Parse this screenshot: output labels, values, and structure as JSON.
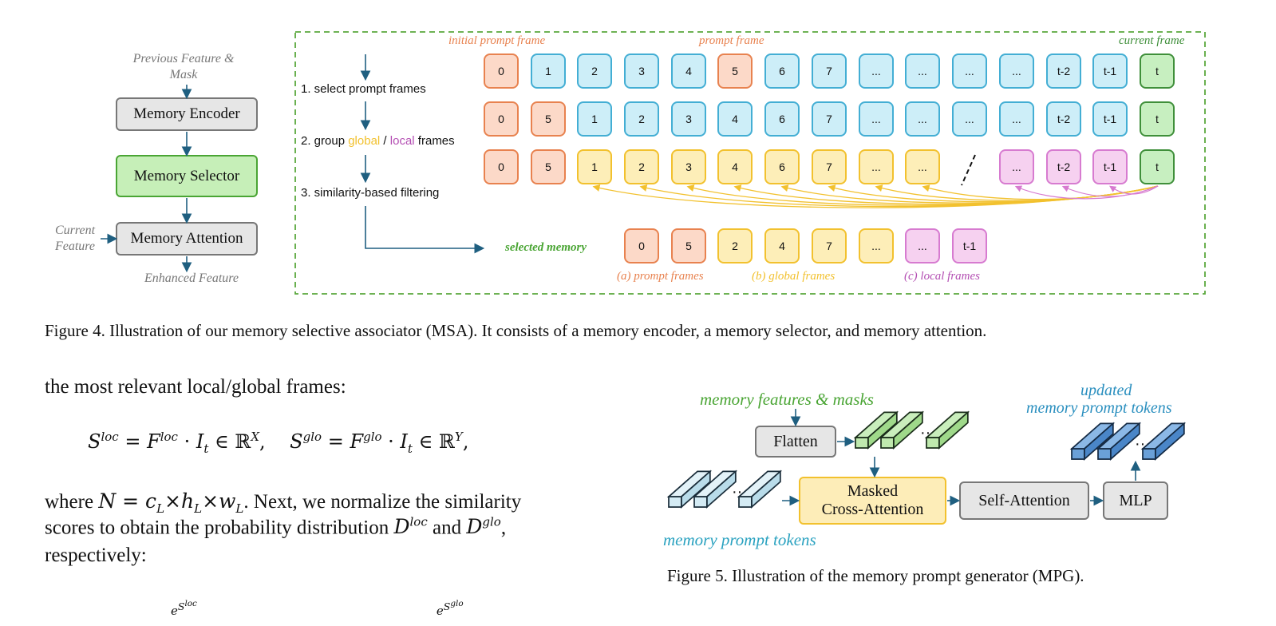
{
  "fig4": {
    "left": {
      "previous_feature": "Previous Feature & Mask",
      "memory_encoder": "Memory Encoder",
      "memory_selector": "Memory Selector",
      "current_feature": "Current Feature",
      "memory_attention": "Memory Attention",
      "enhanced_feature": "Enhanced Feature"
    },
    "labels": {
      "initial_prompt_frame": "initial prompt frame",
      "prompt_frame": "prompt frame",
      "current_frame": "current frame",
      "selected_memory": "selected memory",
      "prompt_frames": "(a) prompt frames",
      "global_frames": "(b) global frames",
      "local_frames": "(c) local frames"
    },
    "steps": {
      "step1": "1. select prompt frames",
      "step2_pre": "2. group ",
      "step2_global": "global",
      "step2_sep": " / ",
      "step2_local": "local",
      "step2_post": " frames",
      "step3": "3. similarity-based filtering"
    },
    "rows": [
      [
        "0",
        "1",
        "2",
        "3",
        "4",
        "5",
        "6",
        "7",
        "...",
        "...",
        "...",
        "...",
        "t-2",
        "t-1",
        "t"
      ],
      [
        "0",
        "5",
        "1",
        "2",
        "3",
        "4",
        "6",
        "7",
        "...",
        "...",
        "...",
        "...",
        "t-2",
        "t-1",
        "t"
      ],
      [
        "0",
        "5",
        "1",
        "2",
        "3",
        "4",
        "6",
        "7",
        "...",
        "...",
        "...",
        "t-2",
        "t-1",
        "t"
      ]
    ],
    "selected": [
      "0",
      "5",
      "2",
      "4",
      "7",
      "...",
      "...",
      "t-1"
    ],
    "caption": "Figure 4. Illustration of our memory selective associator (MSA). It consists of a memory encoder, a memory selector, and memory attention."
  },
  "text": {
    "line1": "the most relevant local/global frames:",
    "line3a": "where ",
    "line3b": ". Next, we normalize the similarity",
    "line4a": "scores to obtain the probability distribution ",
    "line4b": " and ",
    "line4c": ",",
    "line5": "respectively:"
  },
  "fig5": {
    "memory_features": "memory features & masks",
    "updated": "updated",
    "memory_prompt_tokens_top": "memory prompt tokens",
    "flatten": "Flatten",
    "masked": "Masked",
    "cross_attention": "Cross-Attention",
    "self_attention": "Self-Attention",
    "mlp": "MLP",
    "memory_prompt_tokens": "memory prompt tokens",
    "caption": "Figure 5. Illustration of the memory prompt generator (MPG)."
  },
  "colors": {
    "prompt": "#e8824f",
    "blue": "#43aed4",
    "global": "#f2c12e",
    "local": "#d77bd0",
    "current": "#3f8f3a",
    "selected_label": "#4aa534",
    "arrow": "#1f5f80",
    "token_blue": "#4a86c8",
    "token_green": "#9fd98a"
  }
}
